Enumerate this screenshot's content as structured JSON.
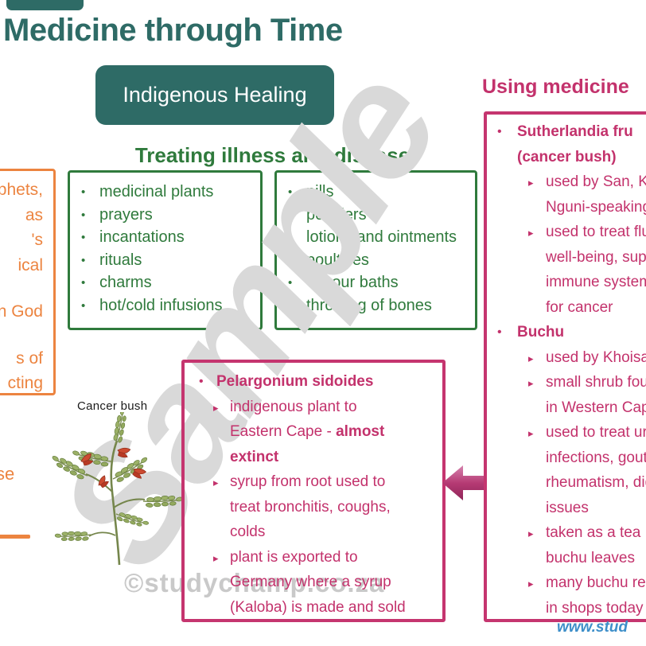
{
  "colors": {
    "teal": "#2e6b66",
    "green": "#2f7a3c",
    "orange": "#ec8440",
    "pink": "#c3326c",
    "pink_border": "#c5356f",
    "blue": "#3e8fc9",
    "watermark_gray": "#d9d9d9"
  },
  "header": {
    "title": "Medicine through Time",
    "badge": "Indigenous Healing"
  },
  "watermarks": {
    "sample": "Sample",
    "copyright": "©studychamp.co.za",
    "website": "www.stud"
  },
  "treating": {
    "heading": "Treating illness and disease",
    "bullet": "•",
    "col1": [
      "medicinal plants",
      "prayers",
      "incantations",
      "rituals",
      "charms",
      "hot/cold infusions"
    ],
    "col2": [
      "pills",
      "powders",
      "lotions and ointments",
      "poultices",
      "vapour baths",
      "throwing of bones"
    ]
  },
  "healers": {
    "fragments": [
      "phets,",
      "as",
      "'s",
      "ical",
      "n God",
      "s of",
      "cting"
    ],
    "extra_fragment": "se"
  },
  "figure": {
    "caption": "Cancer bush"
  },
  "pelargonium": {
    "lines": [
      {
        "m": "•",
        "t": "Pelargonium sidoides"
      },
      {
        "m": "▸",
        "t": "indigenous plant to"
      },
      {
        "m": "",
        "t": "Eastern Cape - ",
        "t2": "almost"
      },
      {
        "m": "",
        "t": "",
        "t2": "extinct"
      },
      {
        "m": "▸",
        "t": "syrup from root used to"
      },
      {
        "m": "",
        "t": "treat bronchitis, coughs,"
      },
      {
        "m": "",
        "t": "colds"
      },
      {
        "m": "▸",
        "t": "plant is exported to"
      },
      {
        "m": "",
        "t": "Germany where a syrup"
      },
      {
        "m": "",
        "t": "(Kaloba) is made and sold"
      }
    ]
  },
  "using": {
    "heading": "Using medicine",
    "lines": [
      {
        "m": "•",
        "t": "Sutherlandia fru"
      },
      {
        "m": "",
        "t": "(cancer bush)"
      },
      {
        "m": "▸",
        "t": "used by San, K"
      },
      {
        "m": "",
        "t": "Nguni-speaking"
      },
      {
        "m": "▸",
        "t": "used to treat flu"
      },
      {
        "m": "",
        "t": "well-being, sup"
      },
      {
        "m": "",
        "t": "immune system"
      },
      {
        "m": "",
        "t": "for cancer"
      },
      {
        "m": "•",
        "t": "Buchu"
      },
      {
        "m": "▸",
        "t": "used by Khoisa"
      },
      {
        "m": "▸",
        "t": "small shrub fou"
      },
      {
        "m": "",
        "t": "in Western Cap"
      },
      {
        "m": "▸",
        "t": "used to treat ur"
      },
      {
        "m": "",
        "t": "infections, gout"
      },
      {
        "m": "",
        "t": "rheumatism, dig"
      },
      {
        "m": "",
        "t": "issues"
      },
      {
        "m": "▸",
        "t": "taken as a tea"
      },
      {
        "m": "",
        "t": "buchu leaves"
      },
      {
        "m": "▸",
        "t": "many buchu re"
      },
      {
        "m": "",
        "t": "in shops today"
      }
    ]
  }
}
